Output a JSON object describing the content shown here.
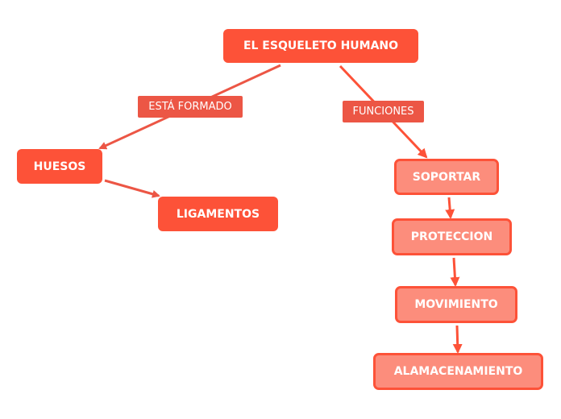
{
  "diagram": {
    "root": {
      "label": "EL ESQUELETO HUMANO"
    },
    "edges_labels": {
      "formed_by": "ESTÁ FORMADO",
      "functions": "FUNCIONES"
    },
    "left_branch": {
      "huesos": "HUESOS",
      "ligamentos": "LIGAMENTOS"
    },
    "right_branch": {
      "items": [
        "SOPORTAR",
        "PROTECCION",
        "MOVIMIENTO",
        "ALAMACENAMIENTO"
      ]
    },
    "colors": {
      "primary": "#fd5238",
      "light_fill": "#fc8d7c",
      "label_fill": "#ec5645",
      "connector": "#ec5645"
    }
  }
}
